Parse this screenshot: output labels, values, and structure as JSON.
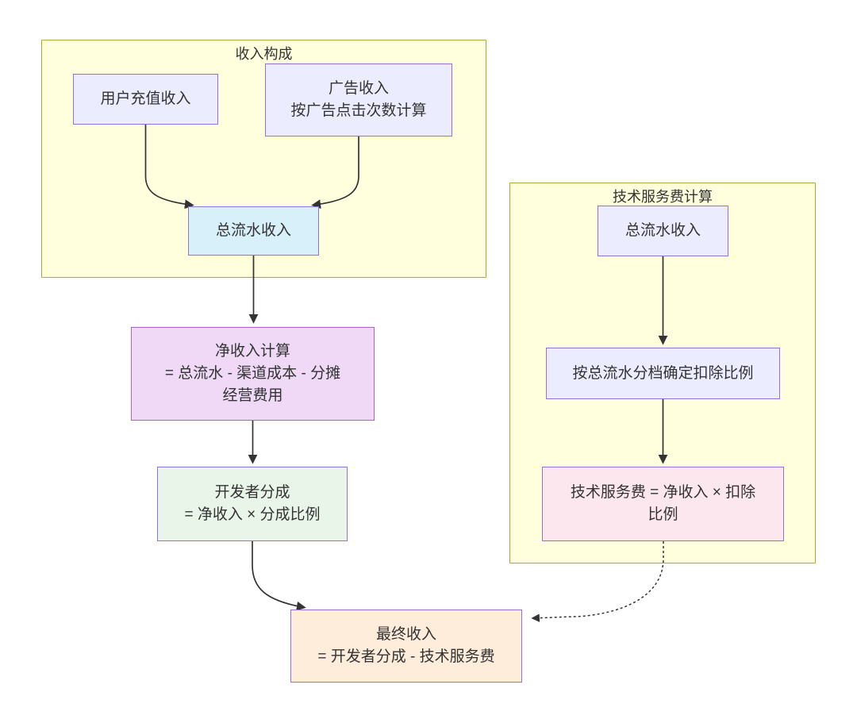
{
  "diagram": {
    "type": "flowchart",
    "direction": "top-down",
    "clusters": [
      {
        "id": "revenue-composition",
        "title": "收入构成"
      },
      {
        "id": "tech-fee-calculation",
        "title": "技术服务费计算"
      }
    ],
    "nodes": {
      "user_recharge": {
        "label": "用户充值收入"
      },
      "ad_revenue": {
        "lines": [
          "广告收入",
          "按广告点击次数计算"
        ]
      },
      "total_flow_left": {
        "label": "总流水收入"
      },
      "net_income": {
        "lines": [
          "净收入计算",
          "= 总流水 - 渠道成本 - 分摊",
          "经营费用"
        ]
      },
      "dev_share": {
        "lines": [
          "开发者分成",
          "= 净收入 × 分成比例"
        ]
      },
      "final_income": {
        "lines": [
          "最终收入",
          "= 开发者分成 - 技术服务费"
        ]
      },
      "total_flow_right": {
        "label": "总流水收入"
      },
      "tier_deduction": {
        "label": "按总流水分档确定扣除比例"
      },
      "tech_fee": {
        "lines": [
          "技术服务费 = 净收入 × 扣除",
          "比例"
        ]
      }
    },
    "edges": [
      {
        "from": "user_recharge",
        "to": "total_flow_left",
        "style": "solid"
      },
      {
        "from": "ad_revenue",
        "to": "total_flow_left",
        "style": "solid"
      },
      {
        "from": "total_flow_left",
        "to": "net_income",
        "style": "solid"
      },
      {
        "from": "net_income",
        "to": "dev_share",
        "style": "solid"
      },
      {
        "from": "dev_share",
        "to": "final_income",
        "style": "solid"
      },
      {
        "from": "total_flow_right",
        "to": "tier_deduction",
        "style": "solid"
      },
      {
        "from": "tier_deduction",
        "to": "tech_fee",
        "style": "solid"
      },
      {
        "from": "tech_fee",
        "to": "final_income",
        "style": "dotted"
      }
    ],
    "colors": {
      "cluster_fill": "#ffffde",
      "cluster_border": "#aaaa33",
      "node_border": "#9370db",
      "lavender_fill": "#ececff",
      "blue_fill": "#d7f0fa",
      "purple_fill": "#efd9f7",
      "purple_border": "#a865cf",
      "green_fill": "#e9f5e8",
      "pink_fill": "#fde7ef",
      "peach_fill": "#ffeddb",
      "edge": "#333333",
      "text": "#333333"
    }
  }
}
